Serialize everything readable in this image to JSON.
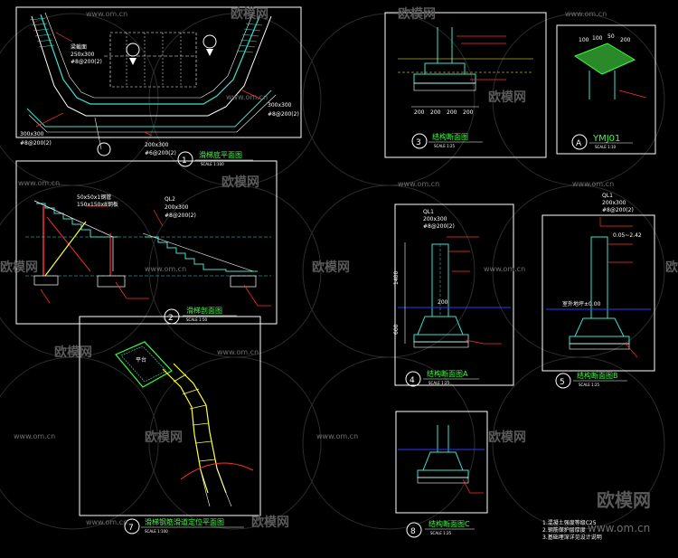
{
  "watermark": {
    "url": "www.om.cn",
    "brand": "欧模网"
  },
  "panel1": {
    "number": "1",
    "title": "滑梯底平面图",
    "scale": "SCALE 1:100",
    "beam_label": "梁截面",
    "beam_size": "250x300",
    "beam_rebar": "#8@200(2)",
    "right_size": "300x300",
    "right_rebar": "#8@200(2)",
    "left_size": "300x300",
    "left_rebar": "#8@200(2)",
    "bottom_size": "200x300",
    "bottom_rebar": "#6@200(2)"
  },
  "panel2": {
    "number": "2",
    "title": "滑梯剖面图",
    "scale": "SCALE 1:50",
    "step_a": "50x50x1钢管",
    "step_b": "150x150x8钢板",
    "beam_label": "QL2",
    "beam_size": "200x300",
    "beam_rebar": "#8@200(2)"
  },
  "panel3": {
    "number": "3",
    "title": "结构断面图",
    "scale": "SCALE 1:25",
    "dims": [
      "200",
      "200",
      "200",
      "200"
    ]
  },
  "panelA": {
    "letter": "A",
    "title": "YMJ01",
    "scale": "SCALE 1:10",
    "dims": [
      "100",
      "100",
      "50",
      "200"
    ]
  },
  "panel4": {
    "number": "4",
    "title": "结构断面图A",
    "scale": "SCALE 1:25",
    "beam_label": "QL1",
    "beam_size": "200x300",
    "beam_rebar": "#8@200(2)",
    "height": "1400",
    "depth": "600",
    "width": "200"
  },
  "panel5": {
    "number": "5",
    "title": "结构断面图B",
    "scale": "SCALE 1:25",
    "beam_label": "QL1",
    "beam_size": "200x300",
    "beam_rebar": "#8@200(2)",
    "level": "0.05~2.42",
    "ground_level": "室外地坪±0.00"
  },
  "panel7": {
    "number": "7",
    "title": "滑梯钢筋滑道定位平面图",
    "scale": "SCALE 1:100",
    "platform_note": "平台"
  },
  "panel8": {
    "number": "8",
    "title": "结构断面图C",
    "scale": "SCALE 1:25"
  },
  "notes": [
    "1.混凝土强度等级C25",
    "2.钢筋保护层厚度",
    "3.基础埋深详见设计说明"
  ]
}
